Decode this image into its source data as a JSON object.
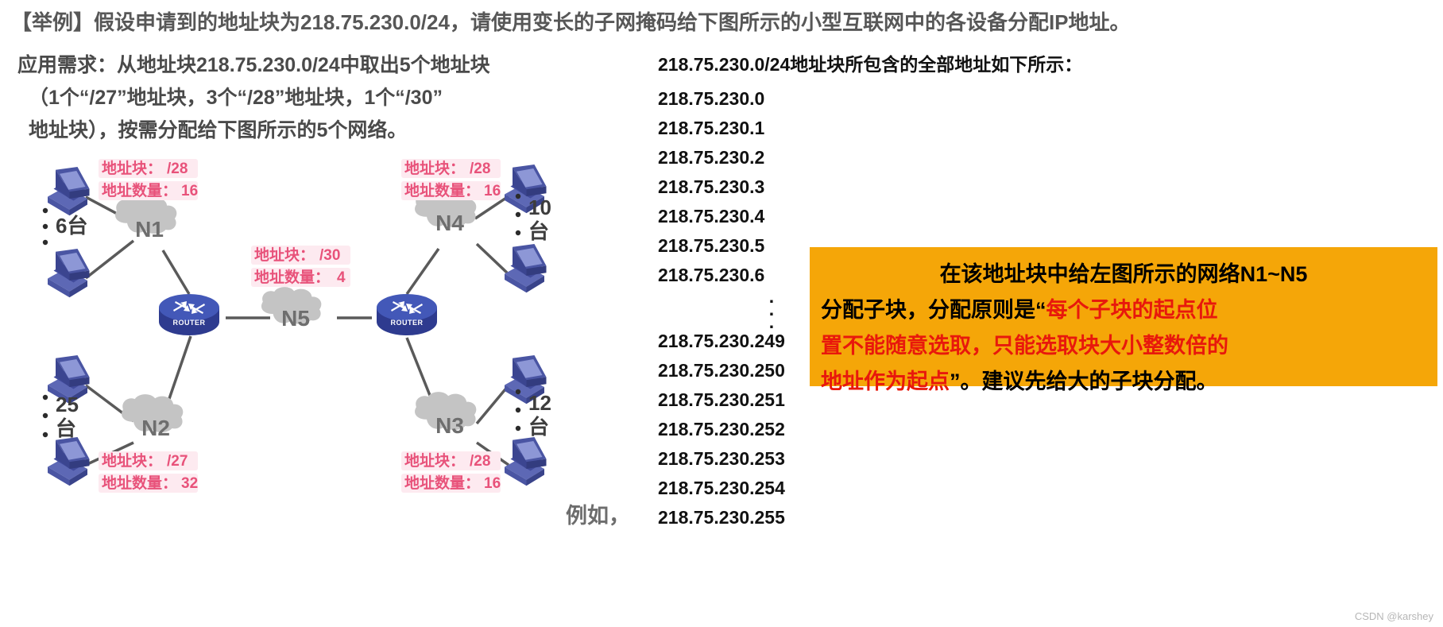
{
  "title": "【举例】假设申请到的地址块为218.75.230.0/24，请使用变长的子网掩码给下图所示的小型互联网中的各设备分配IP地址。",
  "requirement": {
    "line1": "应用需求：从地址块218.75.230.0/24中取出5个地址块",
    "line2": "（1个“/27”地址块，3个“/28”地址块，1个“/30”",
    "line3": "地址块），按需分配给下图所示的5个网络。"
  },
  "ip_list": {
    "header": "218.75.230.0/24地址块所包含的全部地址如下所示：",
    "top": [
      "218.75.230.0",
      "218.75.230.1",
      "218.75.230.2",
      "218.75.230.3",
      "218.75.230.4",
      "218.75.230.5",
      "218.75.230.6"
    ],
    "ellipsis": "⋮",
    "bottom": [
      "218.75.230.249",
      "218.75.230.250",
      "218.75.230.251",
      "218.75.230.252",
      "218.75.230.253",
      "218.75.230.254",
      "218.75.230.255"
    ]
  },
  "callout": {
    "bg_color": "#F5A608",
    "highlight_color": "#E8180C",
    "line1": "在该地址块中给左图所示的网络N1~N5",
    "line2_black": "分配子块，分配原则是“",
    "line2_red": "每个子块的起点位",
    "line3_red": "置不能随意选取，只能选取块大小整数倍的",
    "line4_red": "地址作为起点",
    "line4_black": "”。建议先给大的子块分配。"
  },
  "example_label": "例如，",
  "watermark": "CSDN @karshey",
  "diagram": {
    "label_prefix_block": "地址块：",
    "label_prefix_count": "地址数量：",
    "networks": [
      {
        "name": "N1",
        "block": "/28",
        "count": "16",
        "hosts": "6台"
      },
      {
        "name": "N2",
        "block": "/27",
        "count": "32",
        "hosts": "25台"
      },
      {
        "name": "N3",
        "block": "/28",
        "count": "16",
        "hosts": "12台"
      },
      {
        "name": "N4",
        "block": "/28",
        "count": "16",
        "hosts": "10台"
      },
      {
        "name": "N5",
        "block": "/30",
        "count": "4",
        "hosts": ""
      }
    ],
    "router_label": "ROUTER"
  }
}
